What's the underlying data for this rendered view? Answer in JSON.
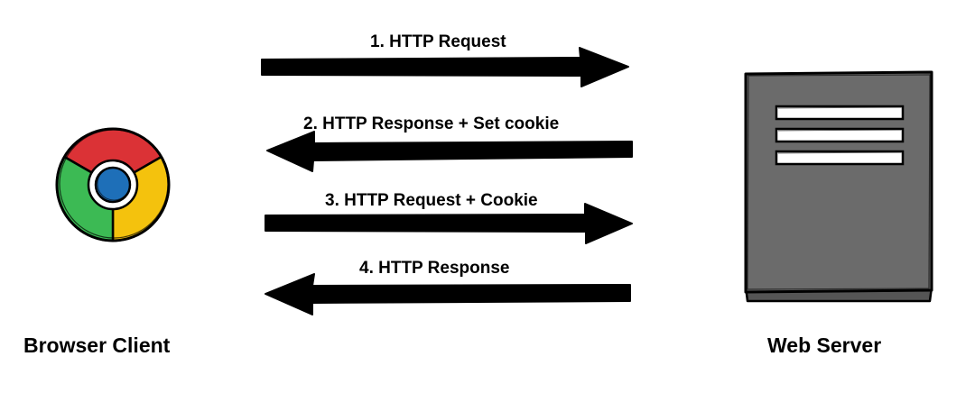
{
  "diagram": {
    "arrows": [
      {
        "step": "1. HTTP Request",
        "direction": "right"
      },
      {
        "step": "2. HTTP Response + Set cookie",
        "direction": "left"
      },
      {
        "step": "3. HTTP Request + Cookie",
        "direction": "right"
      },
      {
        "step": "4. HTTP Response",
        "direction": "left"
      }
    ],
    "client": {
      "label": "Browser Client",
      "icon": "chrome-browser-icon"
    },
    "server": {
      "label": "Web Server",
      "icon": "server-icon"
    },
    "colors": {
      "chrome_red": "#DB3236",
      "chrome_green": "#3CBA54",
      "chrome_yellow": "#F4C20D",
      "chrome_blue": "#1E6FB8",
      "server_fill": "#6b6b6b"
    }
  }
}
